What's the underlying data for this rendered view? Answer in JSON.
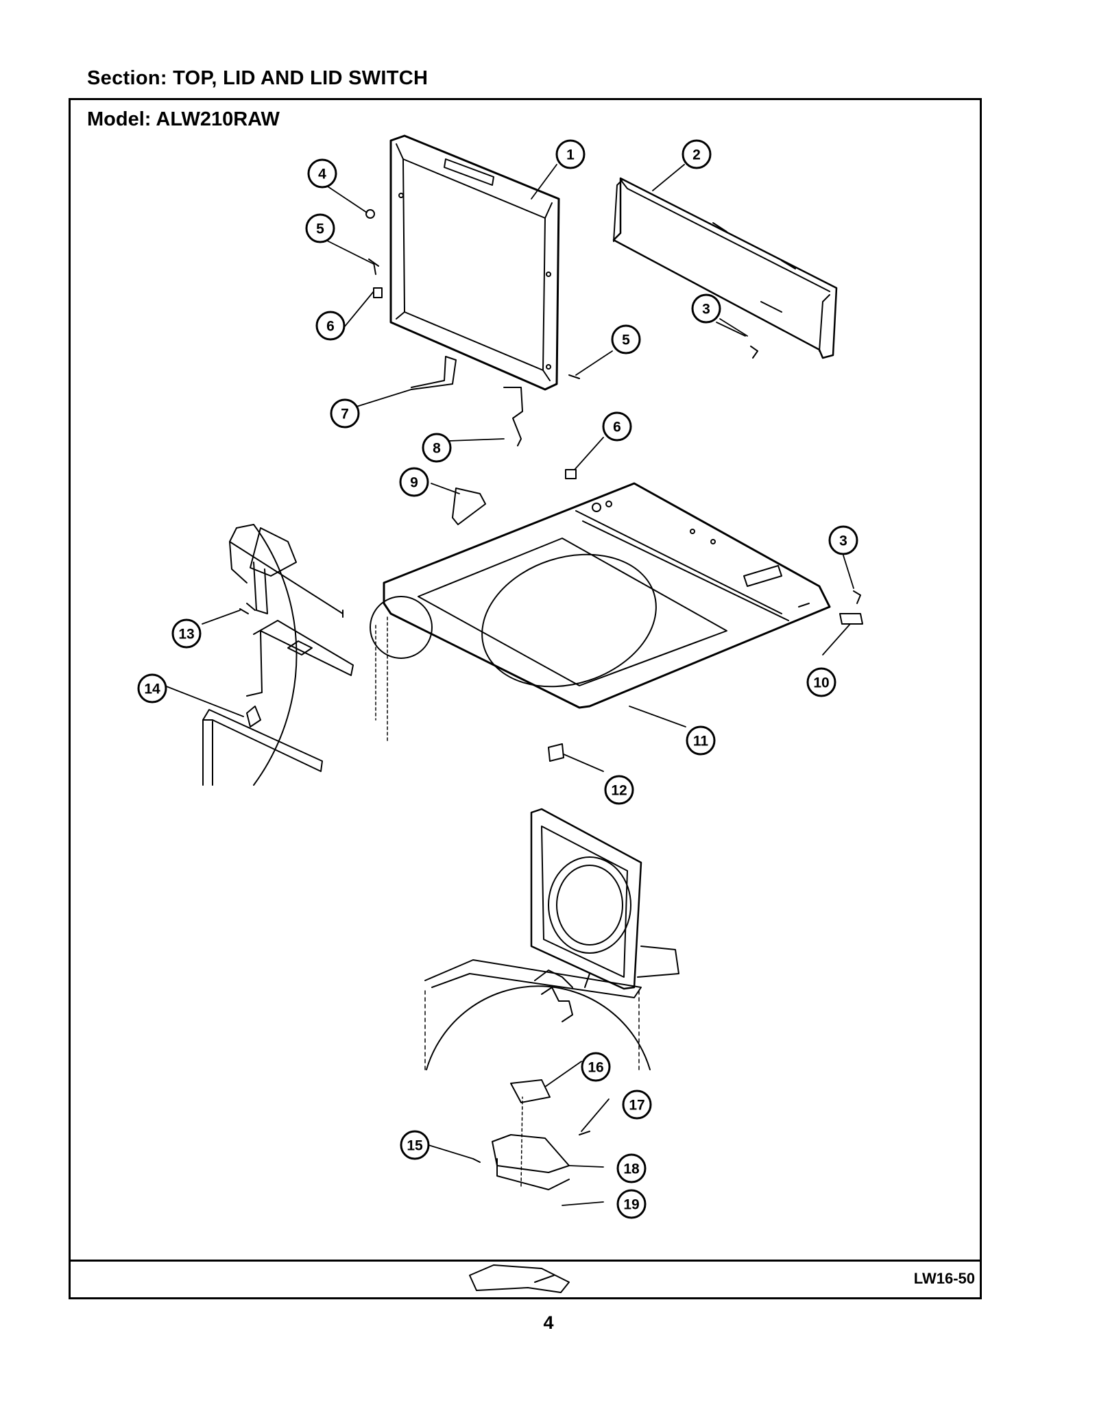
{
  "header": {
    "section_label": "Section:  TOP, LID AND LID SWITCH"
  },
  "frame": {
    "model_label": "Model:  ALW210RAW",
    "doc_code": "LW16-50"
  },
  "page": {
    "number": "4"
  },
  "callouts": {
    "c1": "1",
    "c2": "2",
    "c3a": "3",
    "c3b": "3",
    "c4": "4",
    "c5a": "5",
    "c5b": "5",
    "c6a": "6",
    "c6b": "6",
    "c7": "7",
    "c8": "8",
    "c9": "9",
    "c10": "10",
    "c11": "11",
    "c12": "12",
    "c13": "13",
    "c14": "14",
    "c15": "15",
    "c16": "16",
    "c17": "17",
    "c18": "18",
    "c19": "19"
  }
}
